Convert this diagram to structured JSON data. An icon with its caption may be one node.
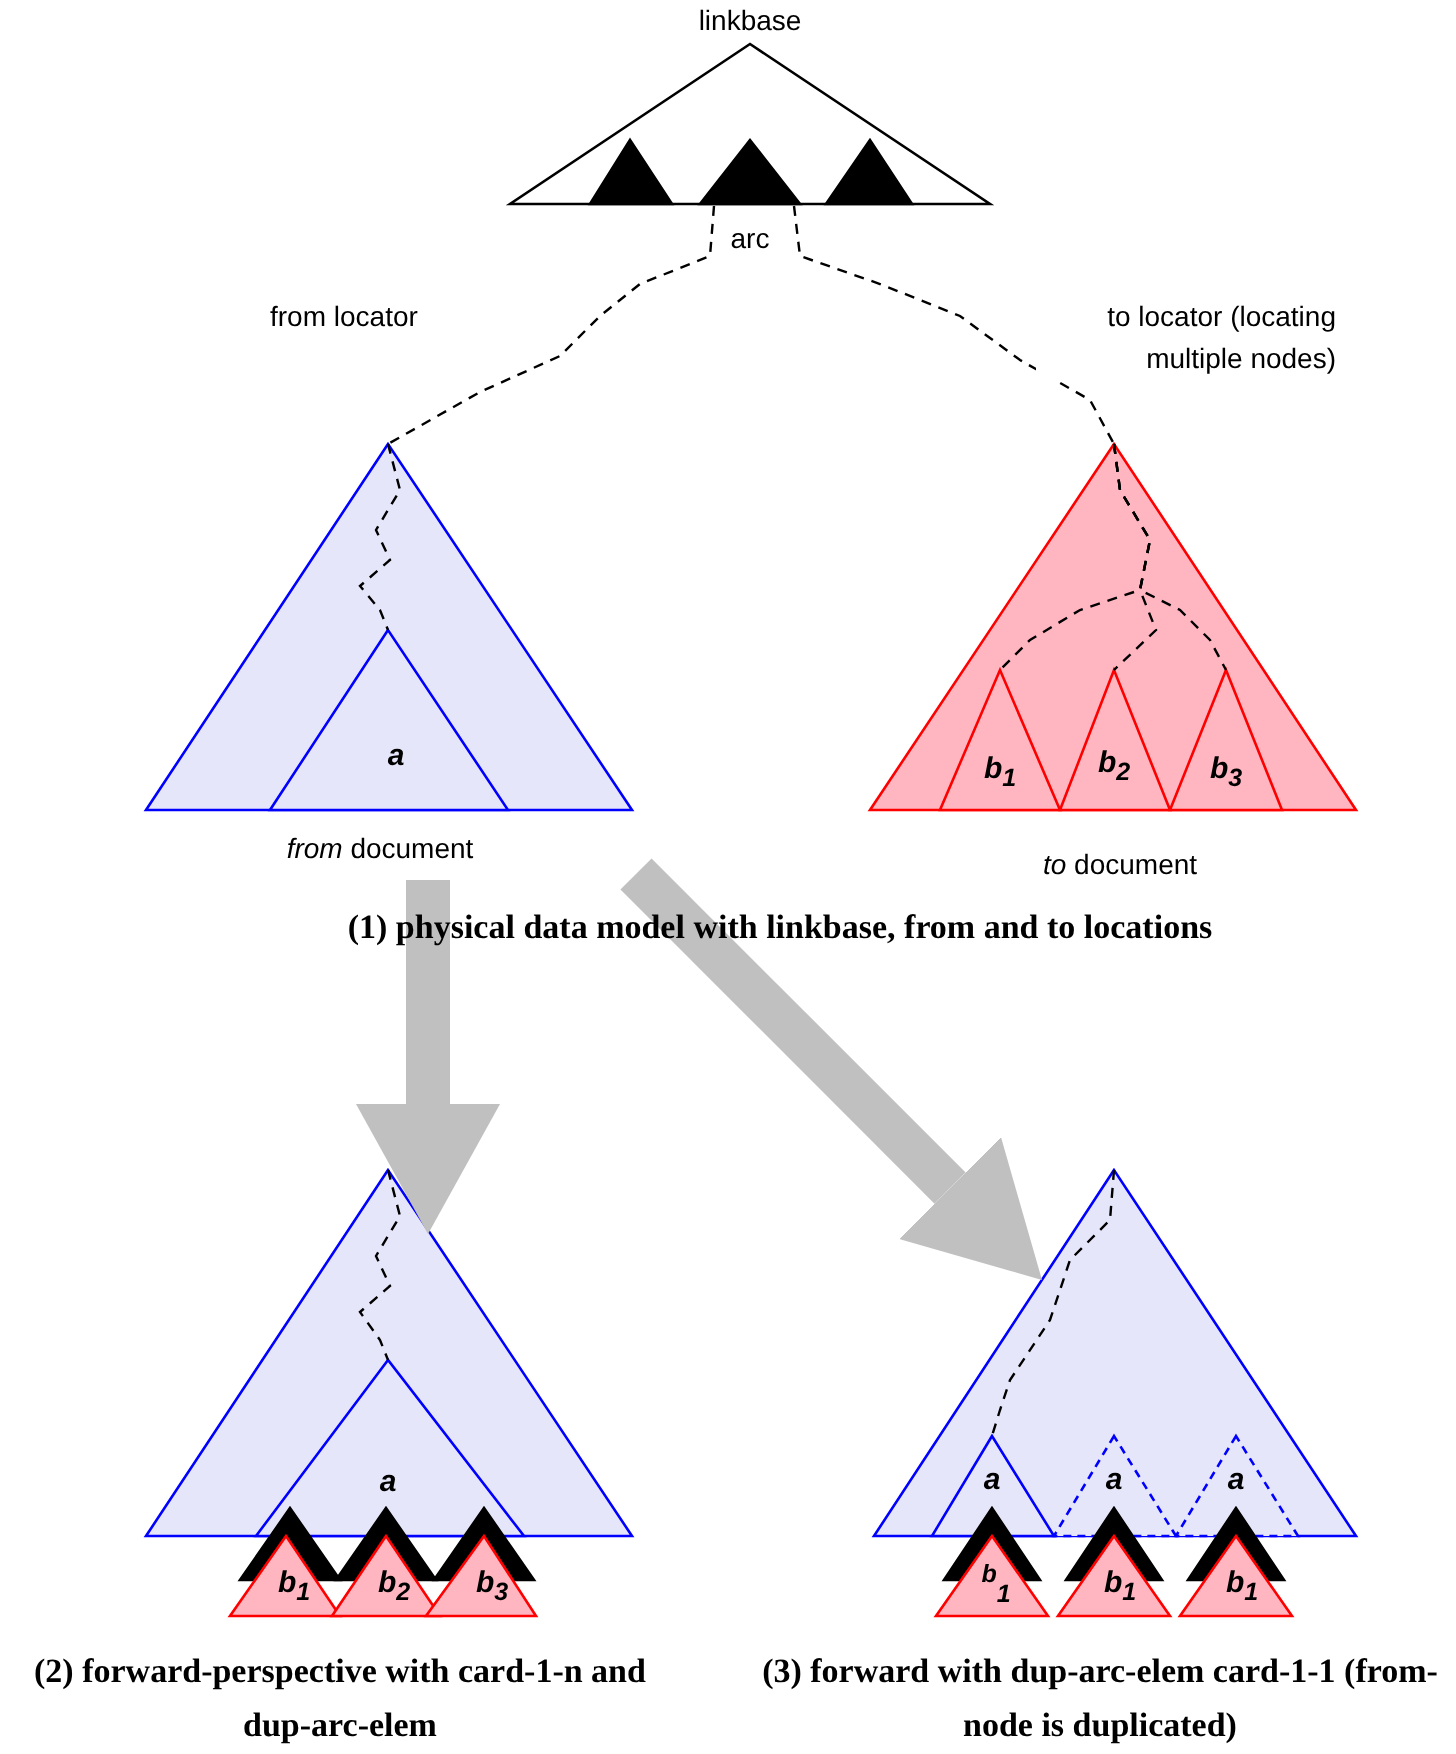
{
  "diagram": {
    "nodes": [
      {
        "text": [
          "linkbase"
        ]
      },
      {
        "text": [],
        "shape": "triangle",
        "in": 0
      },
      {
        "text": [
          "arc"
        ],
        "in": 0
      },
      {
        "text": [],
        "shape": "triangle",
        "in": 0
      },
      {
        "text": [
          "*from* document"
        ]
      },
      {
        "text": [
          "a"
        ],
        "in": 4
      },
      {
        "text": [
          "*to* document"
        ]
      },
      {
        "text": [
          "b$_{1}$"
        ],
        "in": 6
      },
      {
        "text": [
          "b$_{2}$"
        ],
        "in": 6
      },
      {
        "text": [
          "b$_{3}$"
        ],
        "in": 6
      },
      {
        "text": [],
        "shape": "triangle"
      },
      {
        "text": [
          "a"
        ],
        "in": 10
      },
      {
        "text": [],
        "shape": "triangle"
      },
      {
        "text": [],
        "shape": "triangle"
      },
      {
        "text": [],
        "shape": "triangle"
      },
      {
        "text": [
          "b$_{1}$"
        ]
      },
      {
        "text": [
          "b$_{2}$"
        ]
      },
      {
        "text": [
          "b$_{3}$"
        ]
      },
      {
        "text": [],
        "shape": "triangle"
      },
      {
        "text": [
          "a"
        ],
        "in": 18
      },
      {
        "text": [
          "a"
        ],
        "in": 18
      },
      {
        "text": [
          "a"
        ],
        "in": 18
      },
      {
        "text": [],
        "shape": "triangle"
      },
      {
        "text": [],
        "shape": "triangle"
      },
      {
        "text": [],
        "shape": "triangle"
      },
      {
        "text": [
          "$^{b}$$_{1}$"
        ]
      },
      {
        "text": [
          "b$_{1}$"
        ]
      },
      {
        "text": [
          "b$_{1}$"
        ]
      }
    ],
    "edges": [
      {
        "from": 2,
        "to": 4,
        "arrow": "none",
        "style": "dashed",
        "label": "from locator"
      },
      {
        "from": 2,
        "to": 6,
        "arrow": "none",
        "style": "dashed",
        "label": "to locator (locating multiple nodes)"
      },
      {
        "from": 4,
        "to": 5,
        "arrow": "none",
        "style": "dashed"
      },
      {
        "from": 6,
        "to": 7,
        "arrow": "none",
        "style": "dashed"
      },
      {
        "from": 6,
        "to": 8,
        "arrow": "none",
        "style": "dashed"
      },
      {
        "from": 6,
        "to": 9,
        "arrow": "none",
        "style": "dashed"
      },
      {
        "from": 10,
        "to": 11,
        "arrow": "none",
        "style": "dashed"
      },
      {
        "from": 18,
        "to": 19,
        "arrow": "none",
        "style": "dashed"
      },
      {
        "from": 4,
        "to": 10,
        "arrow": "to",
        "style": "thick",
        "color": "#c0c0c0"
      },
      {
        "from": 4,
        "to": 18,
        "arrow": "to",
        "style": "thick",
        "color": "#c0c0c0"
      }
    ],
    "labels": [
      "(1) physical data model with linkbase, from and to locations",
      "(2) forward-perspective with card-1-n and dup-arc-elem",
      "(3) forward with dup-arc-elem card-1-1 (from-node is duplicated)"
    ]
  }
}
